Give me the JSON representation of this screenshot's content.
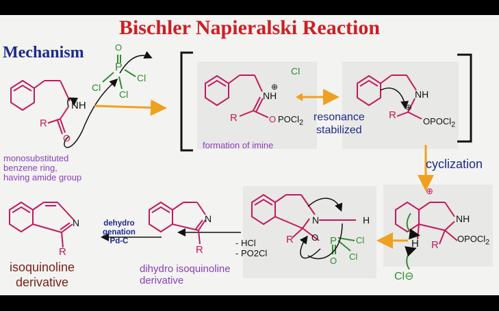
{
  "title": "Bischler Napieralski Reaction",
  "section": "Mechanism",
  "labels": {
    "formation_of_imine": "formation of imine",
    "resonance": "resonance\nstabilized",
    "cyclization": "cyclization",
    "monosubstituted": "monosubstituted\nbenzene ring,\nhaving amide group",
    "dehydrogenation": "dehydro\ngenation\nPd-C",
    "loss": "- HCl\n- PO2Cl",
    "isoquinoline": "isoquinoline\nderivative",
    "dihydro": "dihydro isoquinoline\nderivative"
  },
  "atoms": {
    "R": "R",
    "NH": "NH",
    "N": "N",
    "H": "H",
    "O": "O",
    "P": "P",
    "Cl": "Cl",
    "POCl2": "POCl",
    "OPOCl2": "OPOCl",
    "sub2": "2",
    "plus": "⊕",
    "minus": "⊖",
    "cl_minus": "Cl"
  },
  "colors": {
    "title": "#cc1f24",
    "mechanism": "#1d2a8a",
    "molecule": "#c2185b",
    "reagent": "#2e8b2e",
    "arrow": "#f0a020",
    "caption_blue": "#1d2a8a",
    "caption_purple": "#8a3fb8",
    "caption_maroon": "#7a1e14"
  }
}
